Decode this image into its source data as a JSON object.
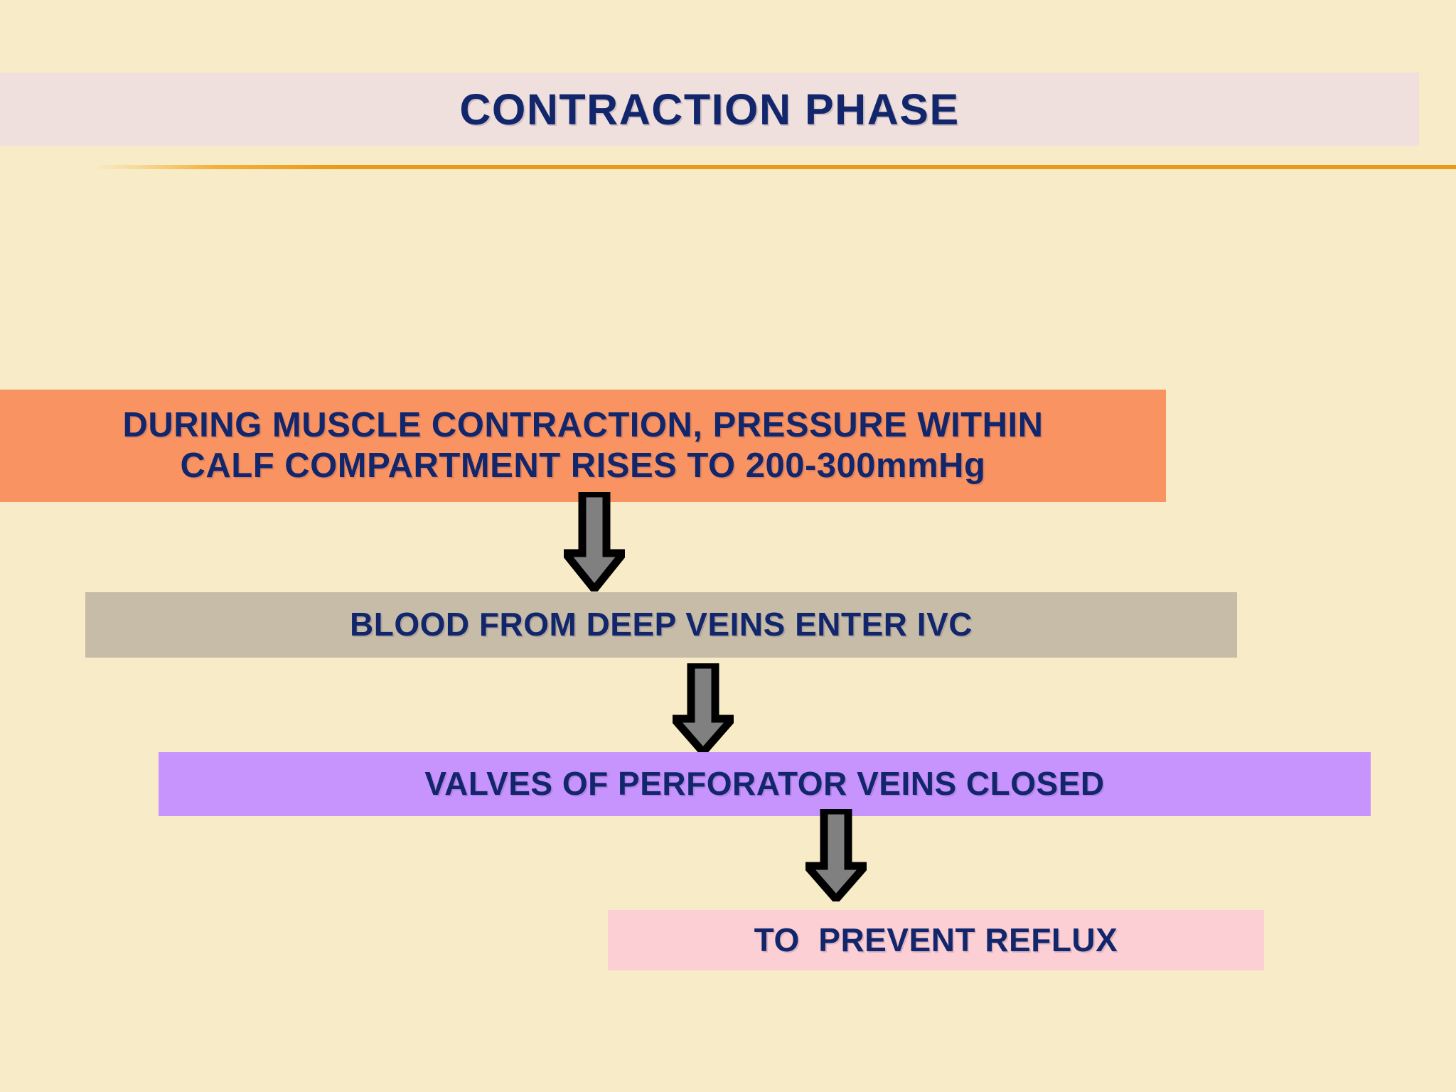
{
  "slide": {
    "background_color": "#F8ECC8",
    "title": {
      "text": "CONTRACTION PHASE",
      "banner_color": "#EFDFDD",
      "text_color": "#12266B"
    },
    "rule": {
      "color": "#E99A18"
    }
  },
  "flow": {
    "boxes": [
      {
        "id": "box-orange",
        "line1": "DURING MUSCLE CONTRACTION, PRESSURE WITHIN",
        "line2": "CALF COMPARTMENT RISES TO 200-300mmHg",
        "fill": "#FA9362",
        "text_color": "#12266B"
      },
      {
        "id": "box-gray",
        "text": "BLOOD FROM DEEP VEINS ENTER IVC",
        "fill": "#C6BCA8",
        "text_color": "#12266B"
      },
      {
        "id": "box-purple",
        "text": "VALVES OF PERFORATOR VEINS CLOSED",
        "fill": "#C793FD",
        "text_color": "#12266B"
      },
      {
        "id": "box-pink",
        "text": "TO  PREVENT REFLUX",
        "fill": "#FCCFD4",
        "text_color": "#12266B"
      }
    ],
    "arrows": [
      {
        "id": "arrow-1",
        "direction": "down",
        "fill": "#808080",
        "outline": "#000000"
      },
      {
        "id": "arrow-2",
        "direction": "down",
        "fill": "#808080",
        "outline": "#000000"
      },
      {
        "id": "arrow-3",
        "direction": "down",
        "fill": "#808080",
        "outline": "#000000"
      }
    ]
  }
}
